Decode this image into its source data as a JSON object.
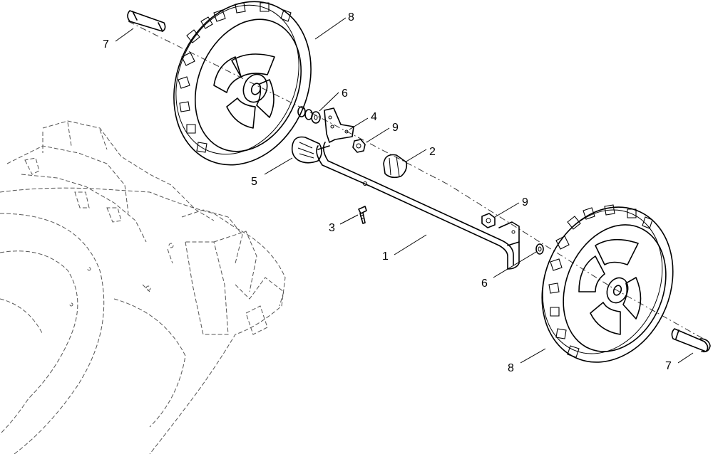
{
  "callouts": {
    "c1": "1",
    "c2": "2",
    "c3": "3",
    "c4": "4",
    "c5": "5",
    "c6a": "6",
    "c6b": "6",
    "c7a": "7",
    "c7b": "7",
    "c8a": "8",
    "c8b": "8",
    "c9a": "9",
    "c9b": "9"
  }
}
